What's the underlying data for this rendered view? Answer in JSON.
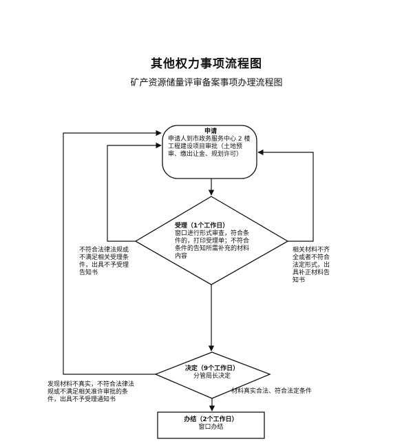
{
  "title": "其他权力事项流程图",
  "subtitle": "矿产资源储量评审备案事项办理流程图",
  "nodes": {
    "apply": {
      "title": "申请",
      "text": "申请人到市政务服务中心 2 楼工程建设项目审批（土地预审、缴出让金、规划许可）"
    },
    "accept": {
      "title": "受理（1个工作日）",
      "text": "窗口进行形式审查，符合条件的，打印受理单；不符合条件的告知所需补充的材料内容"
    },
    "decide": {
      "title": "决定（9个工作日）",
      "text": "分管局长决定"
    },
    "finish": {
      "title": "办结（2个工作日）",
      "text": "窗口办结"
    }
  },
  "edges": {
    "left_reject": "不符合法律法规或不满足相关受理条件，出具不予受理告知书",
    "right_supplement": "相关材料不齐全或者不符合法定形式，出具补正材料告知书",
    "decide_reject": "发现材料不真实，不符合法律法规或不满足相关准许审批的条件，出具不予受理通知书",
    "decide_approve": "材料真实合法、符合法定条件"
  }
}
